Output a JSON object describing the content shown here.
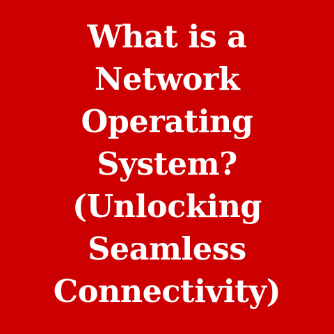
{
  "thumbnail": {
    "background_color": "#cc0000",
    "text_color": "#ffffff",
    "title_lines": [
      "What is a",
      "Network",
      "Operating",
      "System?",
      "(Unlocking",
      "Seamless",
      "Connectivity)"
    ]
  }
}
